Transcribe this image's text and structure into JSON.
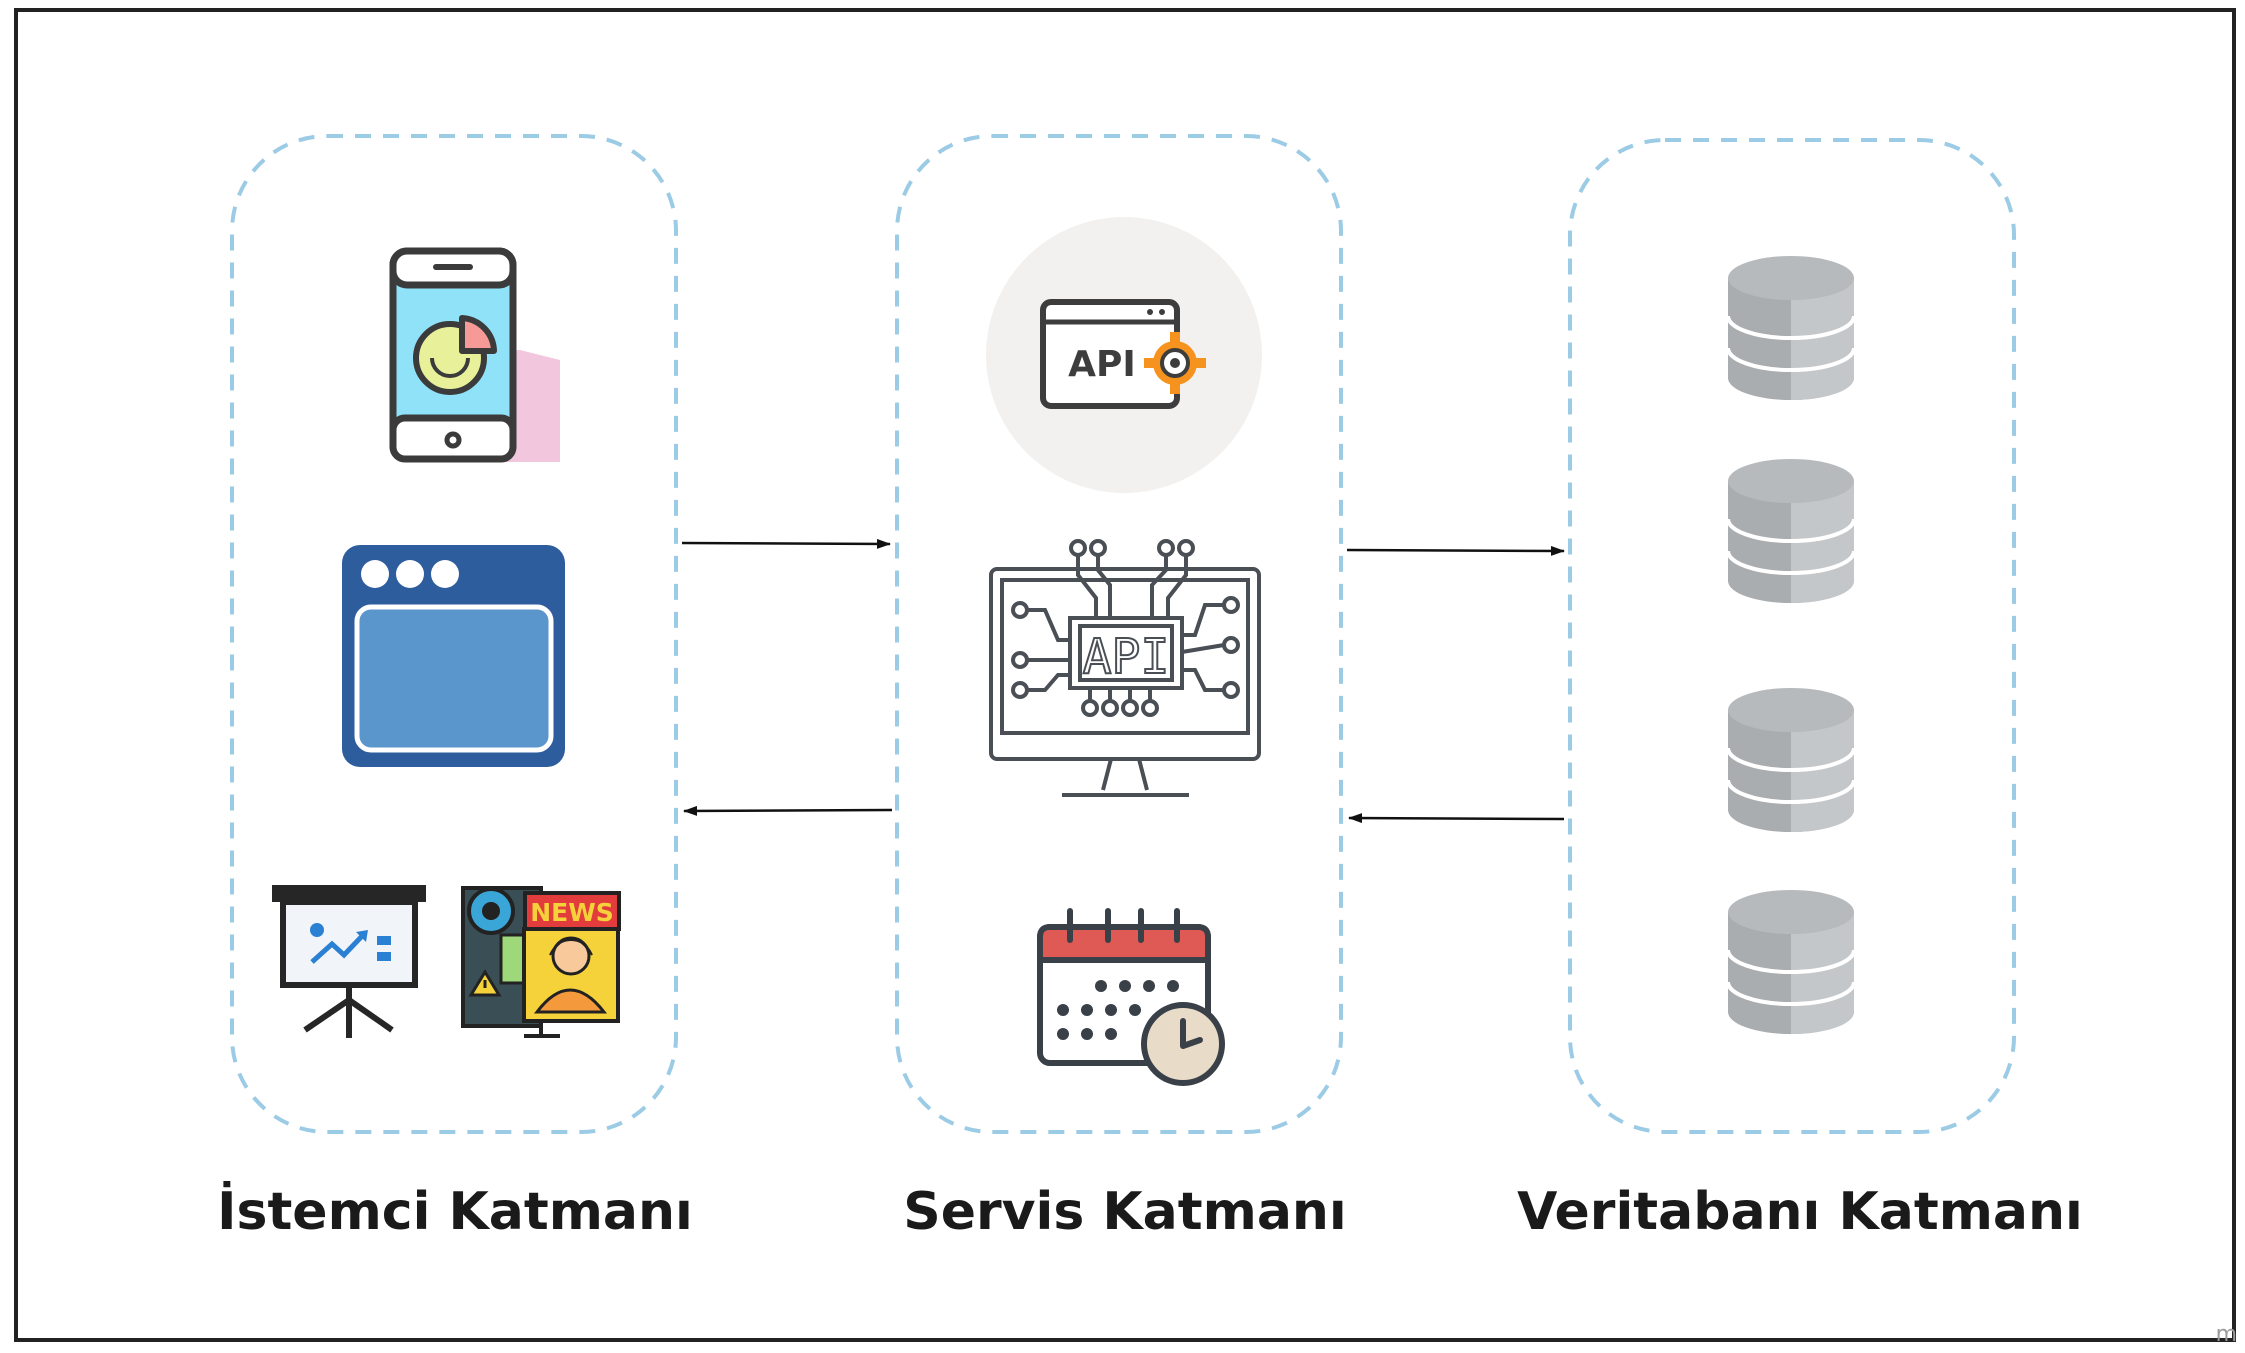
{
  "layers": [
    {
      "id": "client",
      "label": "İstemci Katmanı",
      "items": [
        "mobile-app",
        "browser-window",
        "presentation-board",
        "news-broadcast"
      ]
    },
    {
      "id": "service",
      "label": "Servis Katmanı",
      "items": [
        "api-gear",
        "api-monitor",
        "calendar-clock"
      ]
    },
    {
      "id": "database",
      "label": "Veritabanı Katmanı",
      "items": [
        "database",
        "database",
        "database",
        "database"
      ]
    }
  ],
  "icon_texts": {
    "api_gear": "API",
    "api_monitor": "API",
    "news": "NEWS"
  },
  "watermark": "m",
  "colors": {
    "dashed_border": "#9ccbe6",
    "arrow": "#111111",
    "frame": "#222222"
  }
}
